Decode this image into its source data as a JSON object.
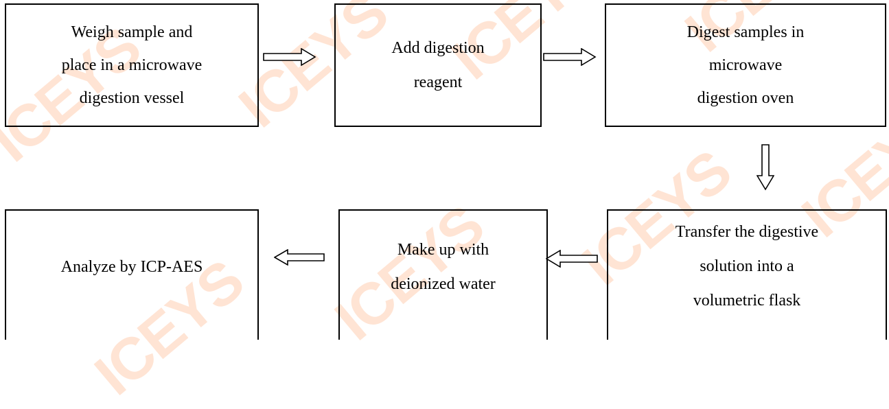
{
  "diagram": {
    "nodes": [
      {
        "id": "weigh",
        "lines": [
          "Weigh sample and",
          "place in a microwave",
          "digestion vessel"
        ]
      },
      {
        "id": "add",
        "lines": [
          "Add digestion",
          "reagent"
        ]
      },
      {
        "id": "digest",
        "lines": [
          "Digest samples in",
          "microwave",
          "digestion oven"
        ]
      },
      {
        "id": "transfer",
        "lines": [
          "Transfer the digestive",
          "solution into a",
          "volumetric flask"
        ]
      },
      {
        "id": "makeup",
        "lines": [
          "Make up with",
          "deionized water"
        ]
      },
      {
        "id": "analyze",
        "lines": [
          "Analyze by ICP-AES"
        ]
      }
    ],
    "edges": [
      {
        "from": "weigh",
        "to": "add",
        "direction": "right"
      },
      {
        "from": "add",
        "to": "digest",
        "direction": "right"
      },
      {
        "from": "digest",
        "to": "transfer",
        "direction": "down"
      },
      {
        "from": "transfer",
        "to": "makeup",
        "direction": "left"
      },
      {
        "from": "makeup",
        "to": "analyze",
        "direction": "left"
      }
    ]
  },
  "watermark": {
    "text": "ICEYS",
    "color": "#ffc4a0"
  }
}
